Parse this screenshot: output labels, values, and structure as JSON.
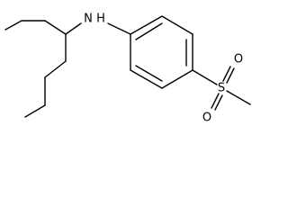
{
  "molecule": {
    "atoms": {
      "nitrogen": "N",
      "hydrogen": "H",
      "sulfur": "S",
      "oxygen_top": "O",
      "oxygen_bottom": "O"
    }
  }
}
